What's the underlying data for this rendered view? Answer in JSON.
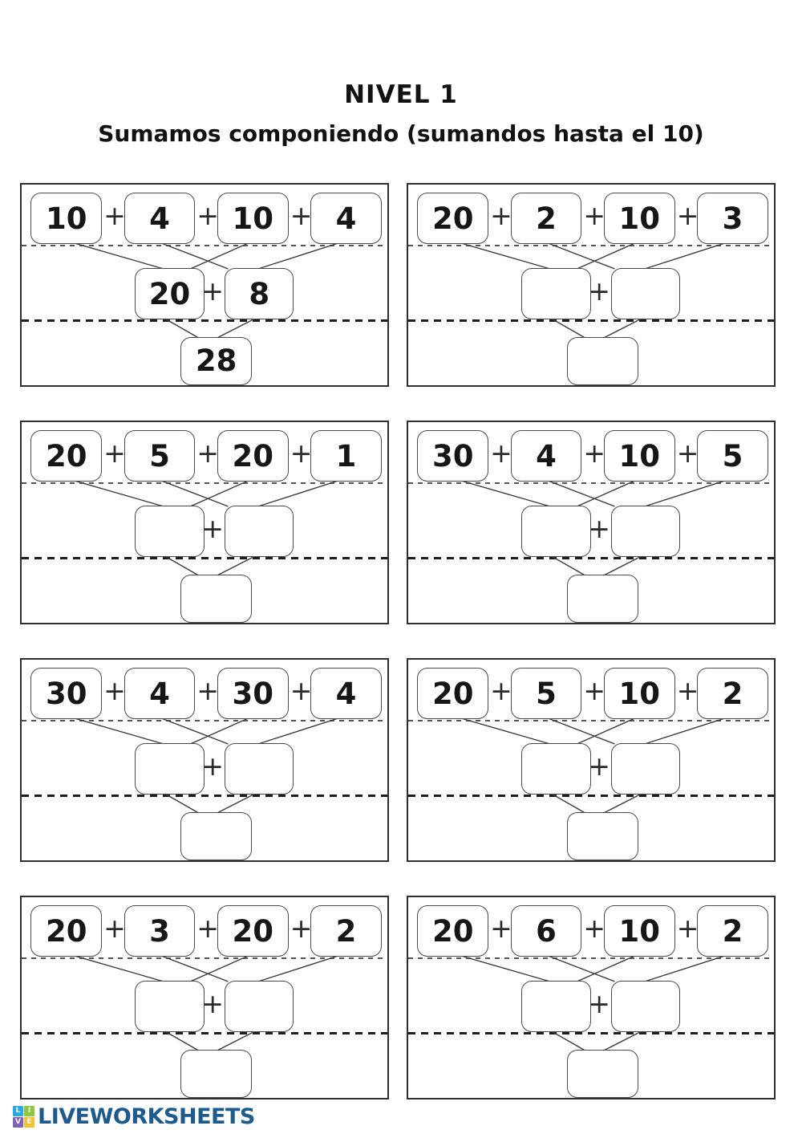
{
  "title": "NIVEL 1",
  "subtitle": "Sumamos componiendo (sumandos hasta el 10)",
  "plus": "+",
  "panels": [
    {
      "addends": [
        "10",
        "4",
        "10",
        "4"
      ],
      "middle": [
        "20",
        "8"
      ],
      "total": "28"
    },
    {
      "addends": [
        "20",
        "2",
        "10",
        "3"
      ],
      "middle": [
        "",
        ""
      ],
      "total": ""
    },
    {
      "addends": [
        "20",
        "5",
        "20",
        "1"
      ],
      "middle": [
        "",
        ""
      ],
      "total": ""
    },
    {
      "addends": [
        "30",
        "4",
        "10",
        "5"
      ],
      "middle": [
        "",
        ""
      ],
      "total": ""
    },
    {
      "addends": [
        "30",
        "4",
        "30",
        "4"
      ],
      "middle": [
        "",
        ""
      ],
      "total": ""
    },
    {
      "addends": [
        "20",
        "5",
        "10",
        "2"
      ],
      "middle": [
        "",
        ""
      ],
      "total": ""
    },
    {
      "addends": [
        "20",
        "3",
        "20",
        "2"
      ],
      "middle": [
        "",
        ""
      ],
      "total": ""
    },
    {
      "addends": [
        "20",
        "6",
        "10",
        "2"
      ],
      "middle": [
        "",
        ""
      ],
      "total": ""
    }
  ],
  "footer": {
    "brand": "LIVEWORKSHEETS",
    "brand_color": "#1e5b8d",
    "logo_letters": [
      "L",
      "I",
      "V",
      "E"
    ],
    "logo_colors": [
      "#29abe2",
      "#8dc63f",
      "#7d64b5",
      "#f2c230"
    ]
  }
}
